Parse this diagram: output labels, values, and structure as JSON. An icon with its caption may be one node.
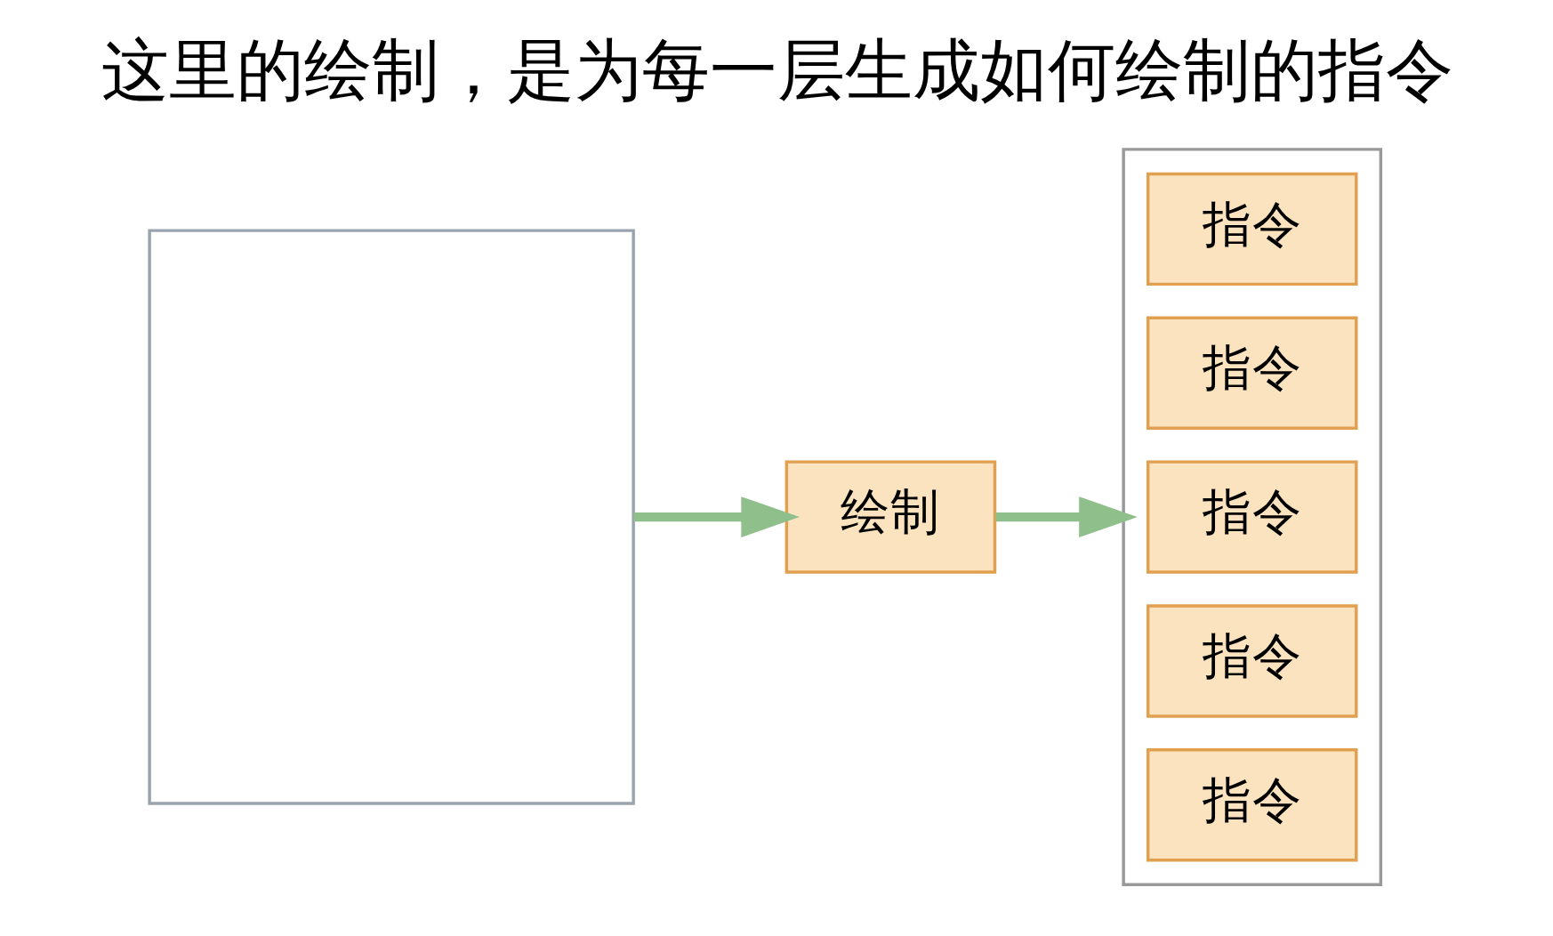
{
  "diagram": {
    "title": "这里的绘制，是为每一层生成如何绘制的指令",
    "nodes": [
      {
        "text": [],
        "shape": "box"
      },
      {
        "text": [
          "绘制"
        ]
      },
      {
        "text": [],
        "shape": "box"
      },
      {
        "text": [
          "指令"
        ],
        "in": 2
      },
      {
        "text": [
          "指令"
        ],
        "in": 2
      },
      {
        "text": [
          "指令"
        ],
        "in": 2
      },
      {
        "text": [
          "指令"
        ],
        "in": 2
      },
      {
        "text": [
          "指令"
        ],
        "in": 2
      }
    ],
    "edges": [
      {
        "from": 0,
        "to": 1,
        "arrow": "to"
      },
      {
        "from": 1,
        "to": 2,
        "arrow": "to"
      }
    ]
  }
}
